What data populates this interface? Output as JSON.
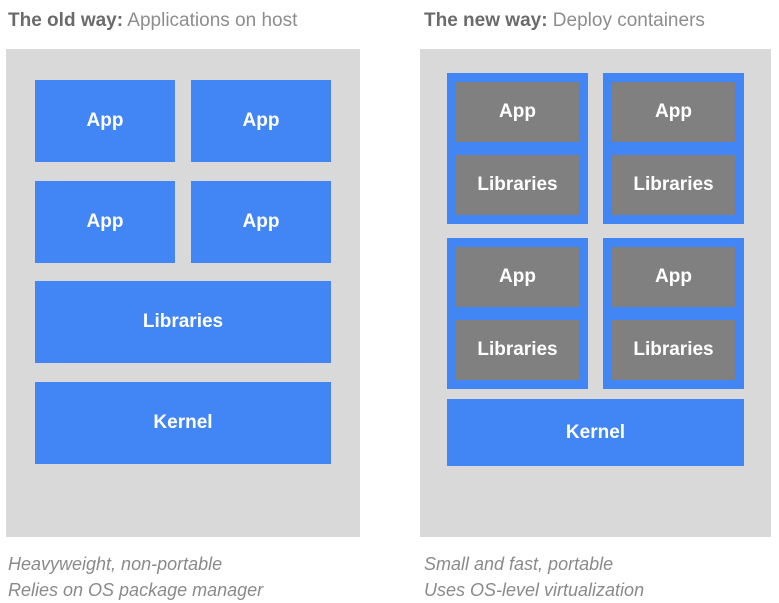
{
  "colors": {
    "blue": "#4285f4",
    "panel_gray": "#d9d9d9",
    "inner_box_gray": "#808080",
    "title_bold_gray": "#6b6b6b",
    "title_regular_gray": "#8d8d8d",
    "caption_gray": "#8a8a8a",
    "box_label_white": "#ffffff"
  },
  "old_way": {
    "title_bold": "The old way:",
    "title_regular": " Applications on host",
    "app_boxes": [
      "App",
      "App",
      "App",
      "App"
    ],
    "libraries_label": "Libraries",
    "kernel_label": "Kernel",
    "caption": [
      "Heavyweight, non-portable",
      "Relies on OS package manager"
    ]
  },
  "new_way": {
    "title_bold": "The new way:",
    "title_regular": " Deploy containers",
    "containers": [
      {
        "app": "App",
        "libraries": "Libraries"
      },
      {
        "app": "App",
        "libraries": "Libraries"
      },
      {
        "app": "App",
        "libraries": "Libraries"
      },
      {
        "app": "App",
        "libraries": "Libraries"
      }
    ],
    "kernel_label": "Kernel",
    "caption": [
      "Small and fast, portable",
      "Uses OS-level virtualization"
    ]
  }
}
